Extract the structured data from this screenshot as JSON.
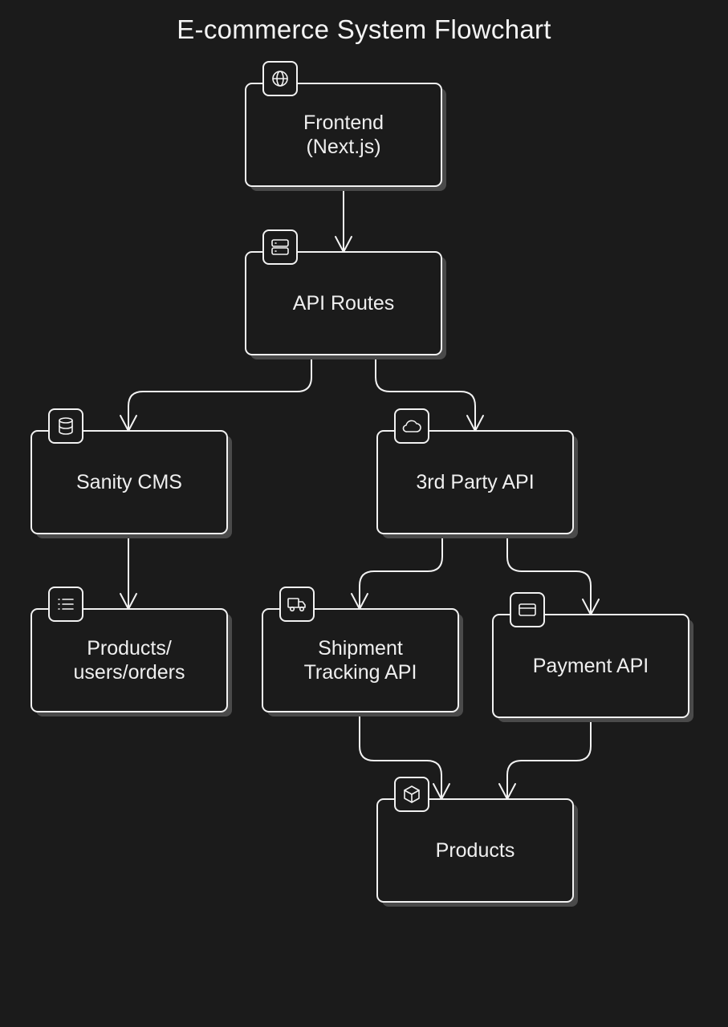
{
  "title": "E-commerce System Flowchart",
  "nodes": [
    {
      "id": "frontend",
      "label": "Frontend\n(Next.js)",
      "icon": "globe-icon"
    },
    {
      "id": "api-routes",
      "label": "API Routes",
      "icon": "server-icon"
    },
    {
      "id": "sanity-cms",
      "label": "Sanity CMS",
      "icon": "database-icon"
    },
    {
      "id": "third-party-api",
      "label": "3rd Party API",
      "icon": "cloud-icon"
    },
    {
      "id": "products-users-orders",
      "label": "Products/\nusers/orders",
      "icon": "list-icon"
    },
    {
      "id": "shipment-tracking-api",
      "label": "Shipment\nTracking API",
      "icon": "truck-icon"
    },
    {
      "id": "payment-api",
      "label": "Payment API",
      "icon": "credit-card-icon"
    },
    {
      "id": "products",
      "label": "Products",
      "icon": "box-icon"
    }
  ],
  "edges": [
    {
      "from": "frontend",
      "to": "api-routes"
    },
    {
      "from": "api-routes",
      "to": "sanity-cms"
    },
    {
      "from": "api-routes",
      "to": "third-party-api"
    },
    {
      "from": "sanity-cms",
      "to": "products-users-orders"
    },
    {
      "from": "third-party-api",
      "to": "shipment-tracking-api"
    },
    {
      "from": "third-party-api",
      "to": "payment-api"
    },
    {
      "from": "shipment-tracking-api",
      "to": "products"
    },
    {
      "from": "payment-api",
      "to": "products"
    }
  ],
  "colors": {
    "background": "#1b1b1b",
    "stroke": "#f2f2f2",
    "shadow": "#4a4a4a"
  }
}
